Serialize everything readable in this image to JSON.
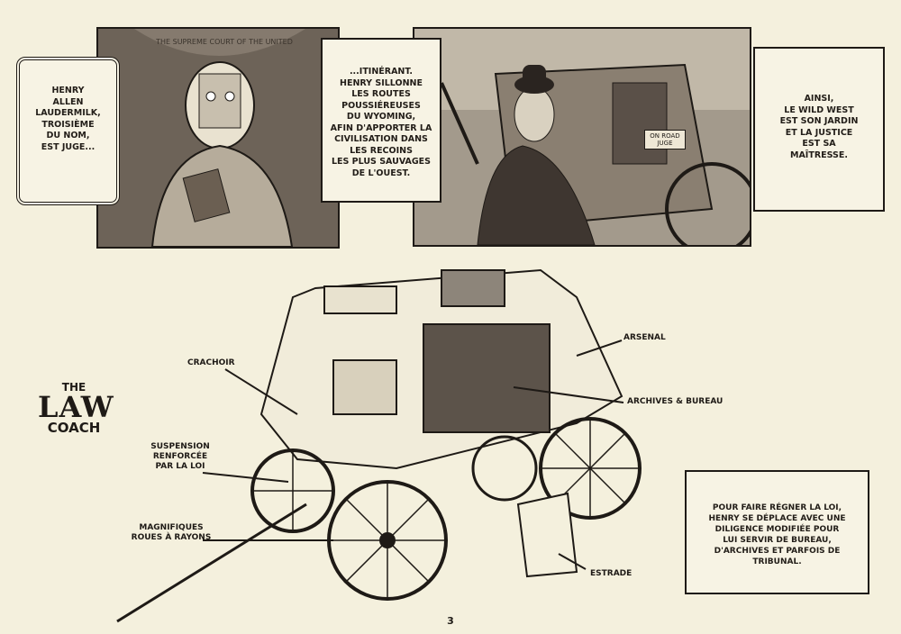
{
  "captions": {
    "intro": [
      "Henry",
      "Allen",
      "Laudermilk,",
      "troisième",
      "du nom,",
      "est juge..."
    ],
    "itinerant": [
      "...itinérant.",
      "Henry sillonne",
      "les routes",
      "poussiéreuses",
      "du Wyoming,",
      "afin d'apporter la",
      "civilisation dans",
      "les recoins",
      "les plus sauvages",
      "de l'Ouest."
    ],
    "ainsi": [
      "Ainsi,",
      "le Wild West",
      "est son jardin",
      "et la justice",
      "est sa",
      "maîtresse."
    ],
    "loi": [
      "Pour faire régner la loi,",
      "Henry se déplace avec une",
      "diligence modifiée pour",
      "lui servir de bureau,",
      "d'archives et parfois de",
      "tribunal."
    ]
  },
  "panel1": {
    "seal_text": "The Supreme Court of the United"
  },
  "panel2": {
    "sign_text": "On road juge"
  },
  "title": {
    "the": "The",
    "law": "LAW",
    "coach": "Coach"
  },
  "labels": {
    "crachoir": "Crachoir",
    "suspension": [
      "Suspension",
      "renforcée",
      "par la loi"
    ],
    "roues": [
      "Magnifiques",
      "roues à rayons"
    ],
    "arsenal": "Arsenal",
    "archives": "Archives & bureau",
    "estrade": "Estrade"
  },
  "page_number": "3"
}
